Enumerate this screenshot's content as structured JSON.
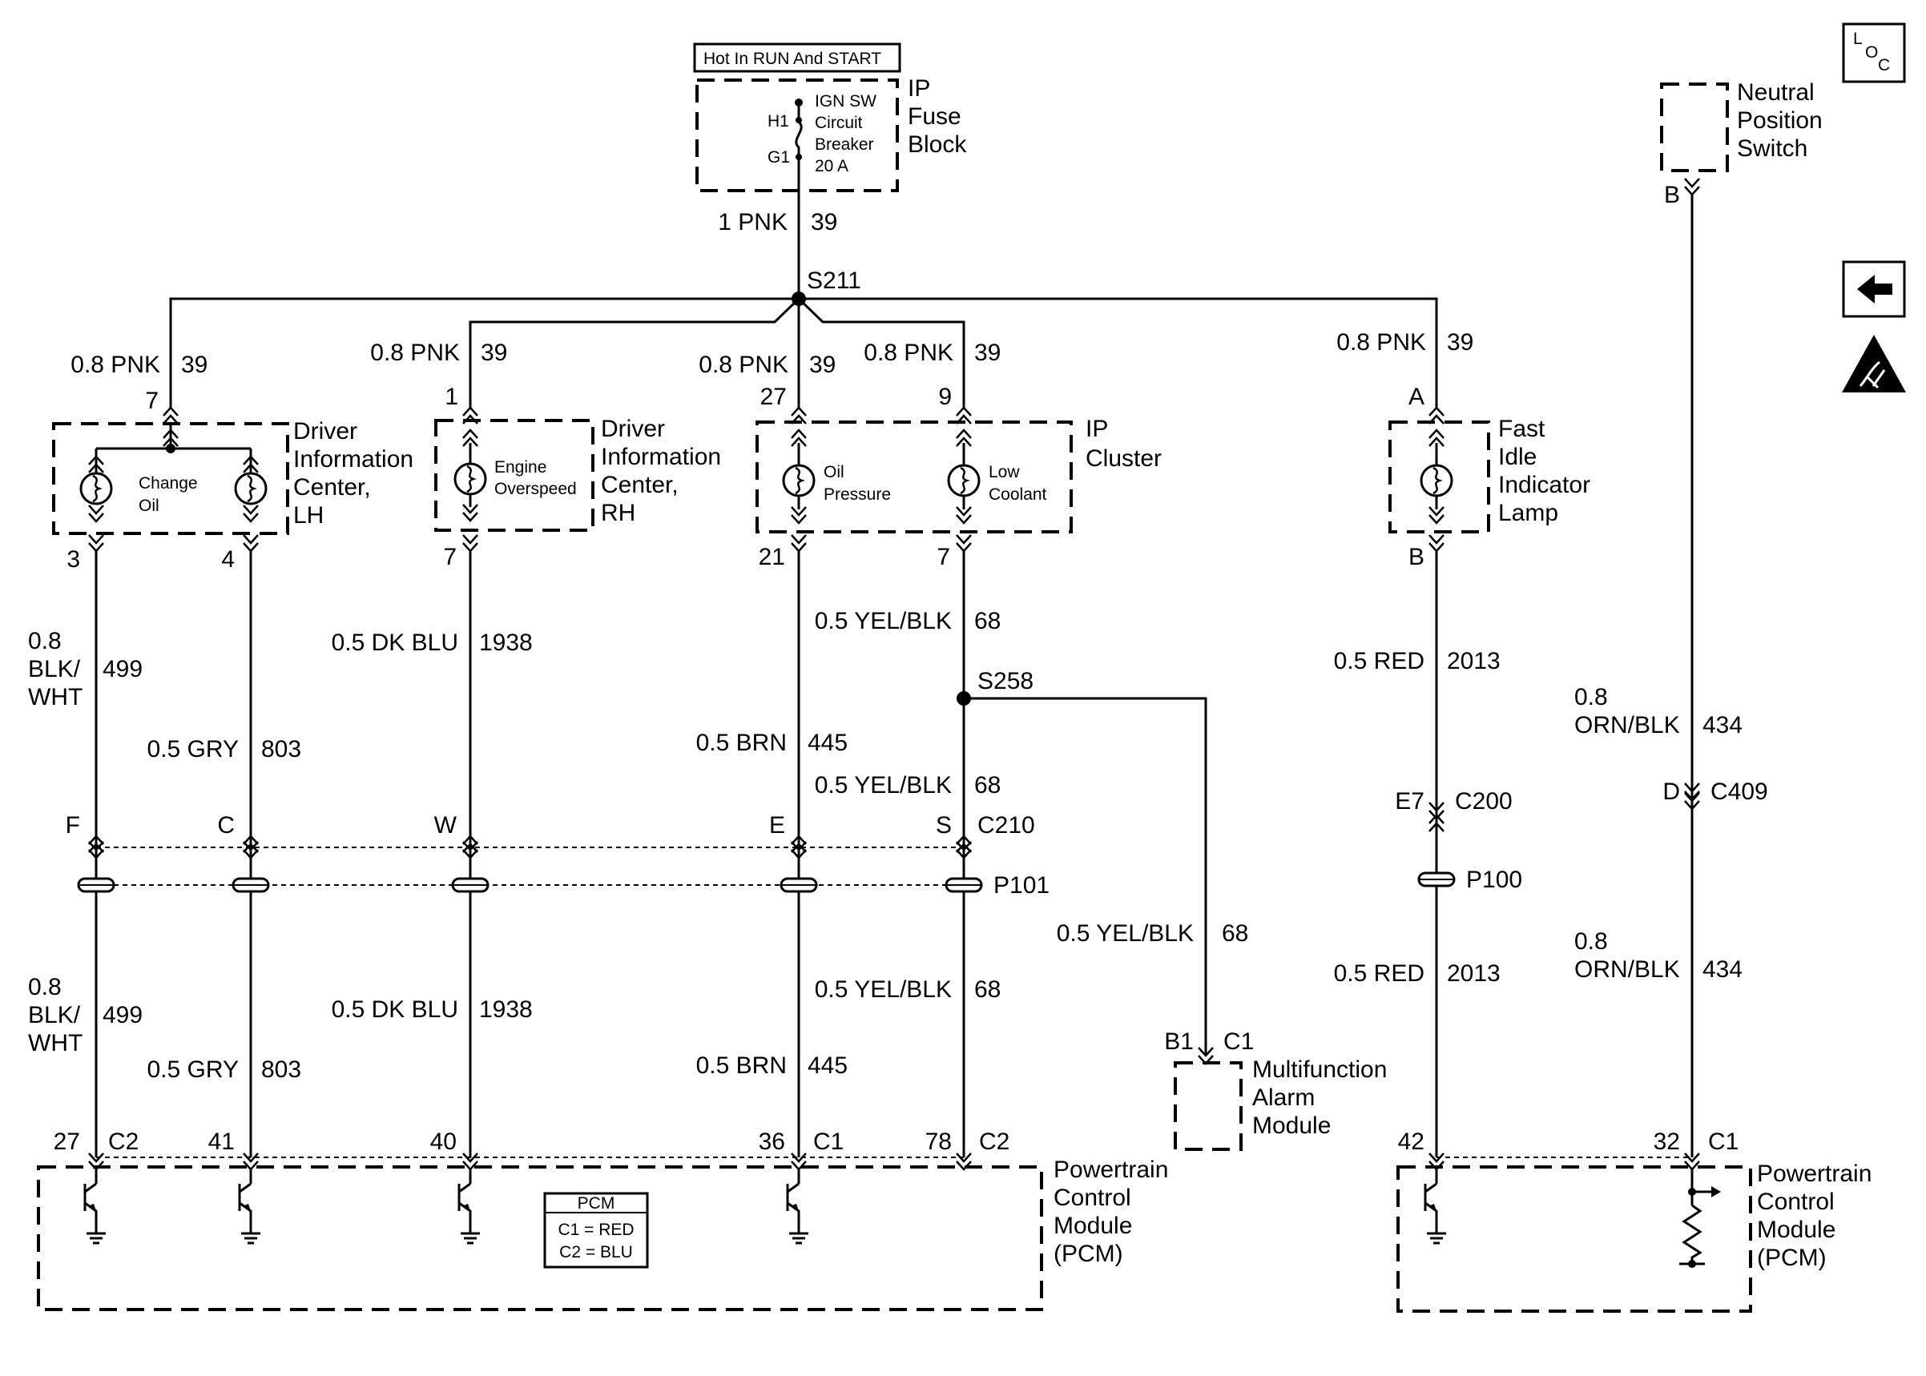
{
  "header": {
    "power_label": "Hot In RUN And START"
  },
  "fuse_block": {
    "title": [
      "IP",
      "Fuse",
      "Block"
    ],
    "breaker": [
      "IGN SW",
      "Circuit",
      "Breaker",
      "20 A"
    ],
    "term_h": "H1",
    "term_g": "G1"
  },
  "feed": {
    "wire": "1 PNK",
    "circuit": "39",
    "splice": "S211"
  },
  "pnk_wire": "0.8 PNK",
  "pnk_circuit": "39",
  "dic_lh": {
    "title": [
      "Driver",
      "Information",
      "Center,",
      "LH"
    ],
    "lamp": [
      "Change",
      "Oil"
    ],
    "pin_in": "7",
    "pin_out_a": "3",
    "pin_out_b": "4"
  },
  "dic_rh": {
    "title": [
      "Driver",
      "Information",
      "Center,",
      "RH"
    ],
    "lamp": [
      "Engine",
      "Overspeed"
    ],
    "pin_in": "1",
    "pin_out": "7"
  },
  "ip_cluster": {
    "title": [
      "IP",
      "Cluster"
    ],
    "lamp_a": [
      "Oil",
      "Pressure"
    ],
    "lamp_b": [
      "Low",
      "Coolant"
    ],
    "pin_in_a": "27",
    "pin_in_b": "9",
    "pin_out_a": "21",
    "pin_out_b": "7"
  },
  "fast_idle": {
    "title": [
      "Fast",
      "Idle",
      "Indicator",
      "Lamp"
    ],
    "pin_in": "A",
    "pin_out": "B"
  },
  "neutral_switch": {
    "title": [
      "Neutral",
      "Position",
      "Switch"
    ],
    "pin": "B"
  },
  "wires": {
    "blk_wht": [
      "0.8",
      "BLK/",
      "WHT"
    ],
    "blk_wht_circuit": "499",
    "gry": "0.5 GRY",
    "gry_circuit": "803",
    "dkblu": "0.5 DK BLU",
    "dkblu_circuit": "1938",
    "brn": "0.5 BRN",
    "brn_circuit": "445",
    "yelblk": "0.5 YEL/BLK",
    "yelblk_circuit": "68",
    "red": "0.5 RED",
    "red_circuit": "2013",
    "orn_blk": [
      "0.8",
      "ORN/BLK"
    ],
    "orn_blk_circuit": "434"
  },
  "splice_s258": "S258",
  "connectors": {
    "c210": "C210",
    "c210_pins": [
      "F",
      "C",
      "W",
      "E",
      "S"
    ],
    "p101": "P101",
    "c200": "C200",
    "c200_pin": "E7",
    "p100": "P100",
    "c409": "C409",
    "c409_pin": "D"
  },
  "alarm": {
    "title": [
      "Multifunction",
      "Alarm",
      "Module"
    ],
    "pin": "B1",
    "conn": "C1"
  },
  "pcm": {
    "title": [
      "Powertrain",
      "Control",
      "Module",
      "(PCM)"
    ],
    "pins": [
      "27",
      "41",
      "40",
      "36",
      "78",
      "42",
      "32"
    ],
    "conns": [
      "C2",
      "C1",
      "C2",
      "C1"
    ],
    "legend_title": "PCM",
    "legend": [
      "C1 = RED",
      "C2 = BLU"
    ]
  },
  "icons": {
    "loc": [
      "L",
      "O",
      "C"
    ]
  },
  "colors": {
    "ink": "#000000",
    "paper": "#ffffff"
  }
}
